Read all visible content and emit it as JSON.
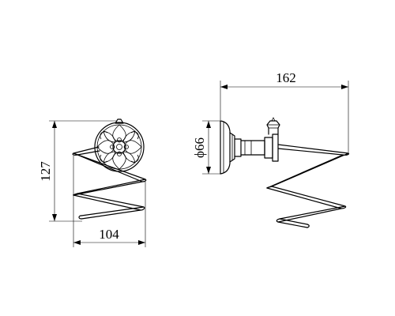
{
  "dimensions": {
    "height_left": "127",
    "width_left": "104",
    "depth_right": "162",
    "diameter_right": "ϕ66"
  },
  "colors": {
    "ink": "#000000",
    "background": "#ffffff"
  }
}
